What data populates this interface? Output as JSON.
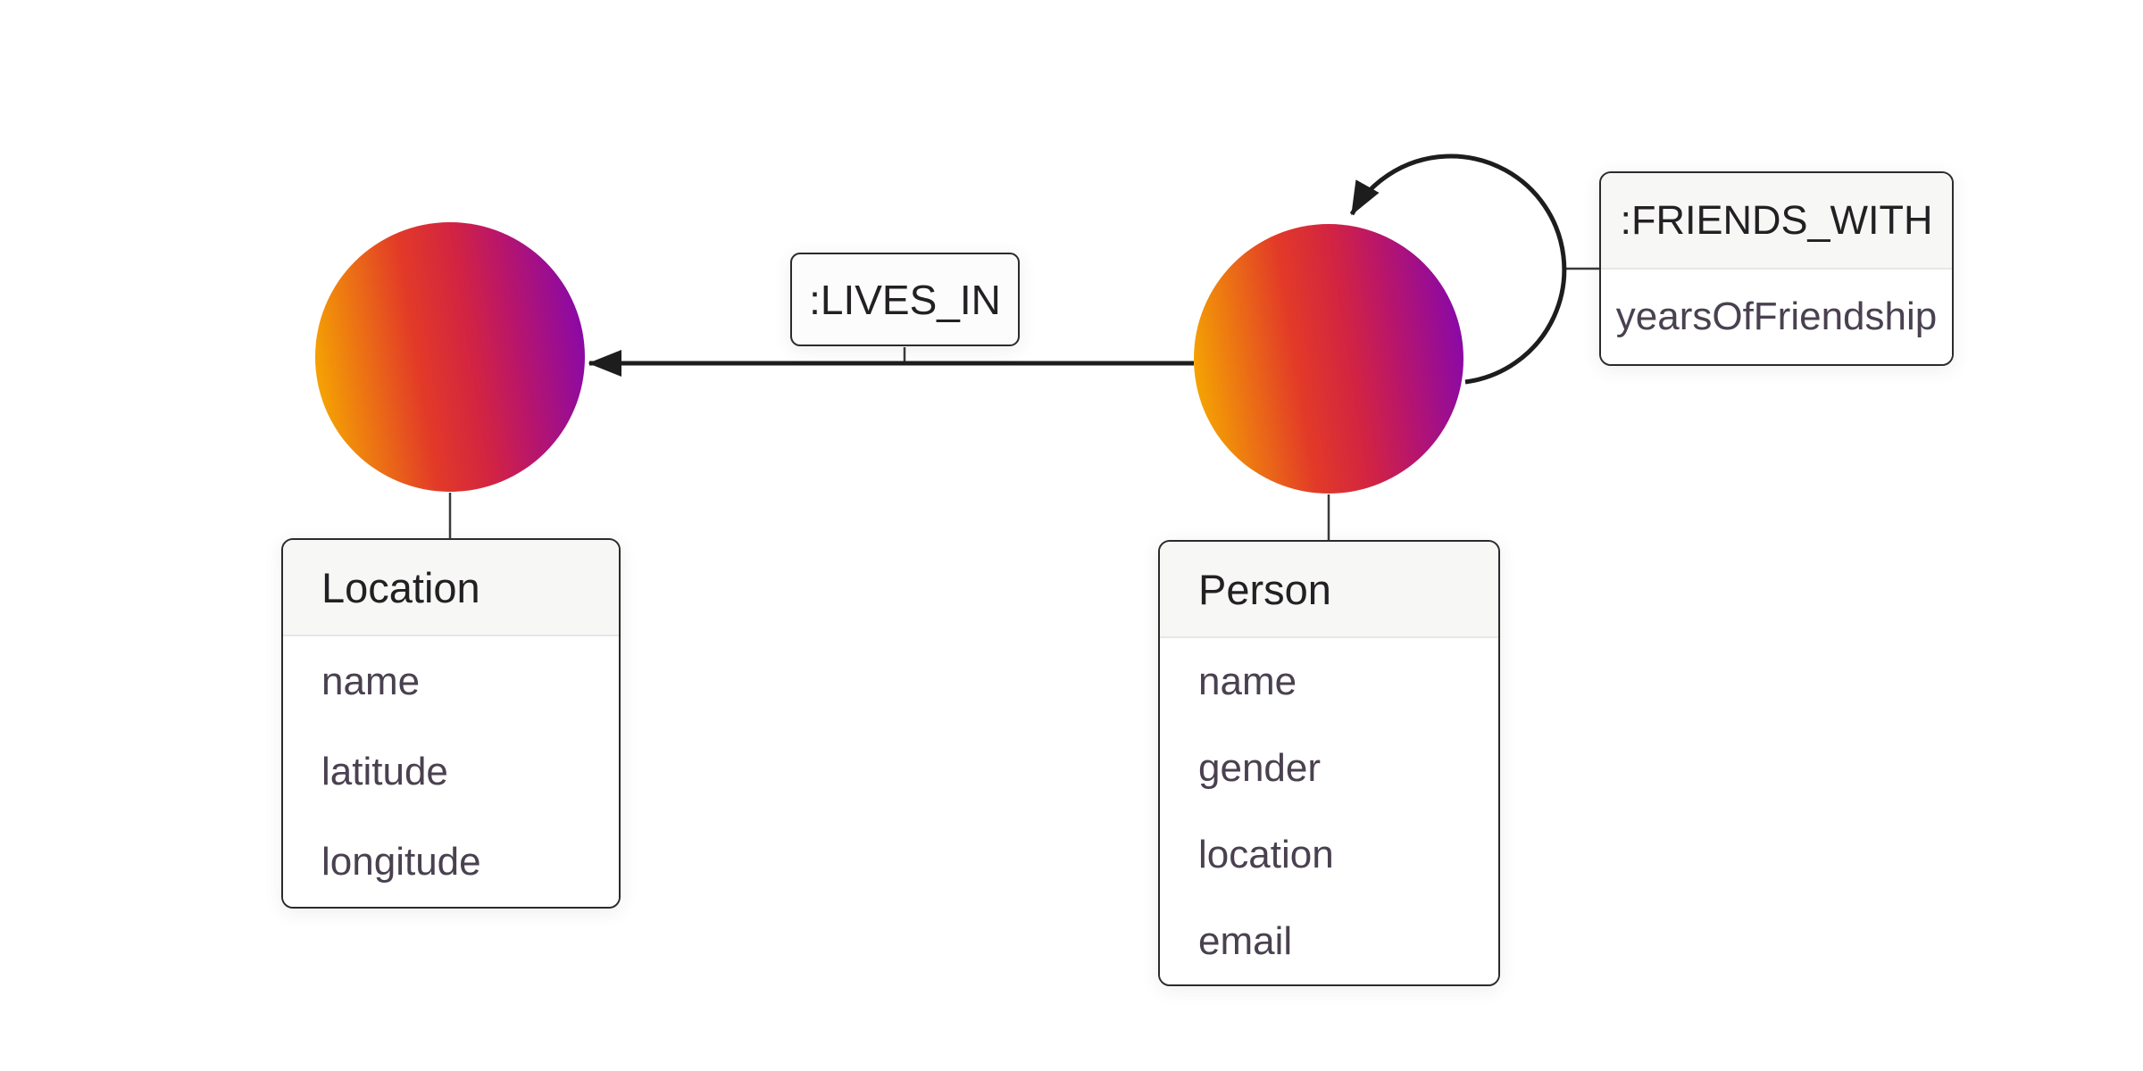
{
  "canvas": {
    "background": "#ffffff",
    "line_color": "#1d1d1d",
    "connector_color": "#3a3a3a",
    "box_border_color": "#2b2b2b",
    "header_fill": "#f7f7f6",
    "divider_color": "#e7e7e7",
    "header_text_color": "#232023",
    "property_text_color": "#4a4150"
  },
  "node_gradient": {
    "stops": [
      "#F5A402",
      "#E23A28",
      "#D22442",
      "#BA1669",
      "#8909A7"
    ]
  },
  "nodes": {
    "location": {
      "label": "Location",
      "properties": [
        "name",
        "latitude",
        "longitude"
      ]
    },
    "person": {
      "label": "Person",
      "properties": [
        "name",
        "gender",
        "location",
        "email"
      ]
    }
  },
  "relationships": {
    "lives_in": {
      "label": ":LIVES_IN",
      "from": "Person",
      "to": "Location"
    },
    "friends_with": {
      "label": ":FRIENDS_WITH",
      "property": "yearsOfFriendship",
      "from": "Person",
      "to": "Person"
    }
  }
}
